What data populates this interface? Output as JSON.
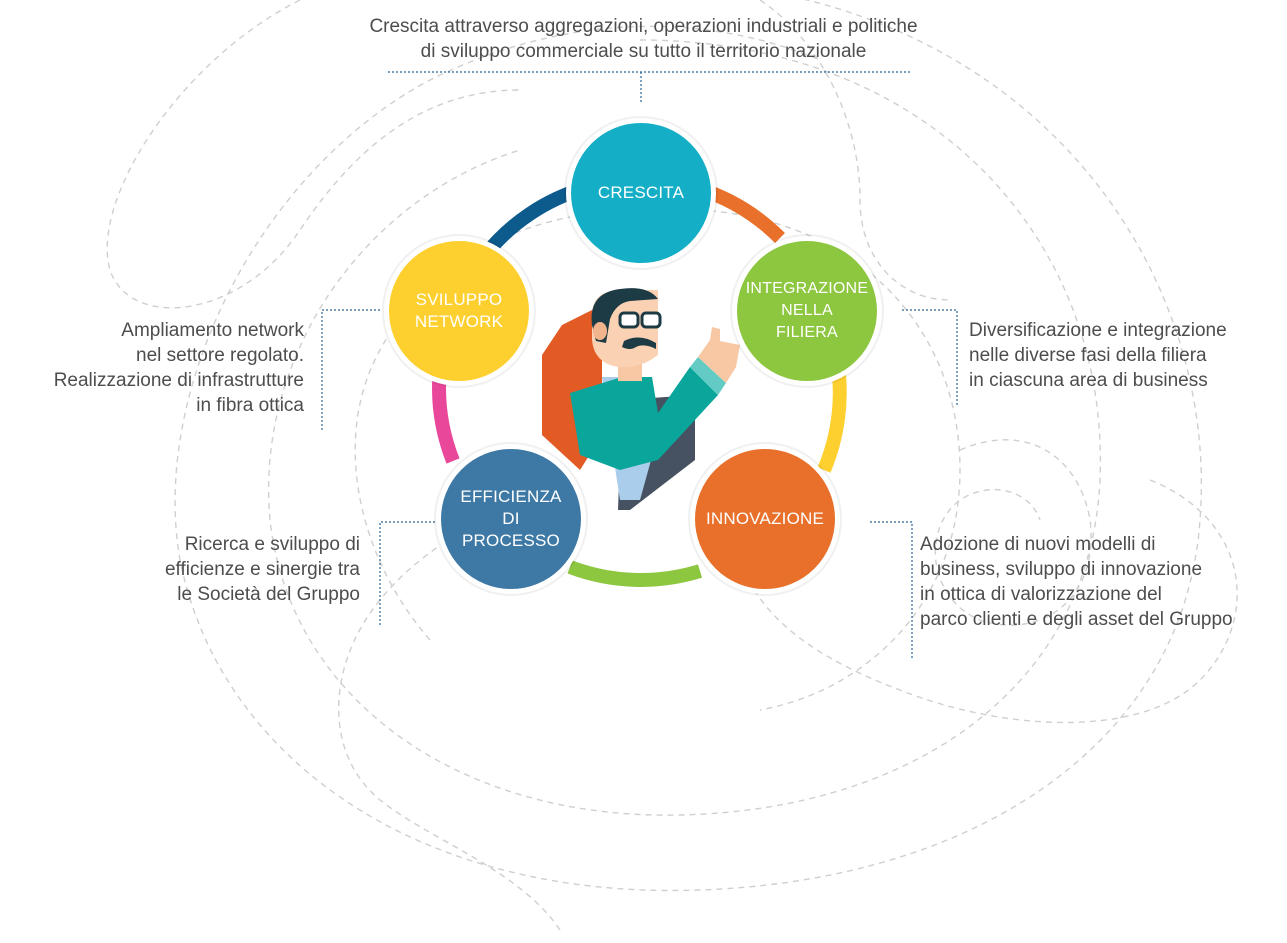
{
  "colors": {
    "crescita": "#14afc6",
    "integrazione": "#8dc63f",
    "innovazione": "#e8702a",
    "efficienza": "#3e79a6",
    "sviluppo": "#fdd02f",
    "ring_blue": "#0d5a8c",
    "ring_orange": "#e8702a",
    "ring_yellow": "#fdd02f",
    "ring_green": "#8dc63f",
    "ring_pink": "#e9489a",
    "text": "#4d4d4d",
    "dotted": "#2a6496",
    "spiral": "#cfcfcf"
  },
  "nodes": {
    "crescita": {
      "l1": "CRESCITA"
    },
    "integrazione": {
      "l1": "INTEGRAZIONE",
      "l2": "NELLA",
      "l3": "FILIERA"
    },
    "innovazione": {
      "l1": "INNOVAZIONE"
    },
    "efficienza": {
      "l1": "EFFICIENZA",
      "l2": "DI",
      "l3": "PROCESSO"
    },
    "sviluppo": {
      "l1": "SVILUPPO",
      "l2": "NETWORK"
    }
  },
  "descriptions": {
    "crescita": {
      "l1": "Crescita attraverso aggregazioni, operazioni industriali e politiche",
      "l2": "di sviluppo commerciale su tutto il territorio nazionale"
    },
    "integrazione": {
      "l1": "Diversificazione e integrazione",
      "l2": "nelle diverse fasi della filiera",
      "l3": "in ciascuna area di business"
    },
    "innovazione": {
      "l1": "Adozione di nuovi modelli di",
      "l2": "business, sviluppo di innovazione",
      "l3": "in ottica di valorizzazione del",
      "l4": "parco clienti e degli asset del Gruppo"
    },
    "efficienza": {
      "l1": "Ricerca e sviluppo di",
      "l2": "efficienze e sinergie tra",
      "l3": "le Società del Gruppo"
    },
    "sviluppo": {
      "l1": "Ampliamento network",
      "l2": "nel settore regolato.",
      "l3": "Realizzazione di infrastrutture",
      "l4": "in fibra ottica"
    }
  }
}
